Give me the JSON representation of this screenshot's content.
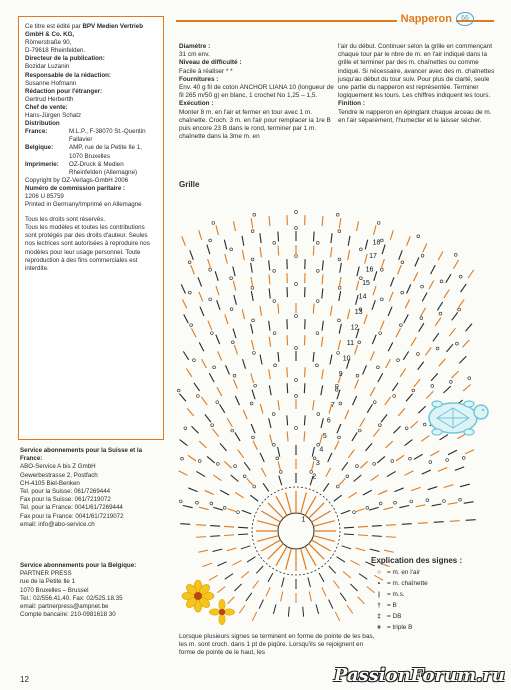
{
  "imprint": {
    "intro": "Ce titre est édité par",
    "publisher": "BPV Medien Vertrieb GmbH & Co. KG,",
    "addr1": "Römerstraße 90,",
    "addr2": "D-79618 Rheinfelden.",
    "dir_label": "Directeur de la publication:",
    "dir_name": "Bozidar Luzanin",
    "red_label": "Responsable de la rédaction:",
    "red_name": "Susanne Hofmann",
    "etr_label": "Rédaction pour l'étranger:",
    "etr_name": "Gertrud Herbertth",
    "chef_label": "Chef de vente:",
    "chef_name": "Hans-Jürgen Schatz",
    "dist_label": "Distribution",
    "france_k": "France:",
    "france_v": "M.L.P., F-38070 St.-Quentin Fallavier",
    "belg_k": "Belgique:",
    "belg_v": "AMP, rue de la Petite Ile 1, 1070 Bruxelles",
    "impr_k": "Imprimerie:",
    "impr_v": "OZ-Druck & Medien Rheinfelden (Allemagne)",
    "copyright": "Copyright by OZ-Verlags-GmbH 2006",
    "comm_label": "Numéro de commission paritaire :",
    "comm_num": "1206 U 85759",
    "printed": "Printed in Germany/Imprimé en Allemagne",
    "rights1": "Tous les droits sont réservés.",
    "rights2": "Tous les modèles et toutes les contributions sont protégés par des droits d'auteur. Seules nos lectrices sont autorisées à reproduire nos modèles pour leur usage personnel. Toute reproduction à des fins commerciales est interdite."
  },
  "service_ch": {
    "title": "Service abonnements pour la Suisse et la France:",
    "l1": "ABO-Service A bis Z GmbH",
    "l2": "Gewerbestrasse 2, Postfach",
    "l3": "CH-4105 Biel-Benken",
    "l4": "Tel. pour la Suisse: 061/7269444",
    "l5": "Fax pour la Suisse: 061/7219072",
    "l6": "Tel. pour la France: 0041/61/7269444",
    "l7": "Fax pour la France: 0041/61/7219072",
    "l8": "email: info@abo-service.ch"
  },
  "service_be": {
    "title": "Service abonnements pour la Belgique:",
    "l1": "PARTNER PRESS",
    "l2": "rue de la Petite Ile 1",
    "l3": "1070 Bruxelles – Brussel",
    "l4": "Tel.: 02/556.41.40. Fax: 02/525.18.35",
    "l5": "email: partnerpress@ampnet.be",
    "l6": "Compte bancaire: 210-0981618 30"
  },
  "header": {
    "title": "Napperon",
    "logo": "66"
  },
  "instructions": {
    "diam_label": "Diamètre :",
    "diam": "31 cm env.",
    "niv_label": "Niveau de difficulté :",
    "niv": "Facile à réaliser * *",
    "four_label": "Fournitures :",
    "four": "Env. 40 g fil de coton ANCHOR LIANA 10 (longueur de fil 265 m/50 g) en blanc, 1 crochet No 1,25 – 1,5.",
    "exec_label": "Exécution :",
    "exec": "Monter 8 m. en l'air et fermer en tour avec 1 m. chaînette. Croch. 3 m. en l'air pour remplacer la 1re B puis encore 23 B dans le rond, terminer par 1 m. chaînette dans la 3me m. en",
    "col2a": "l'air du début. Continuer selon la grille en commençant chaque tour par le nbre de m. en l'air indiqué dans la grille et terminer par des m. chaînettes ou comme indiqué. Si nécessaire, avancer avec des m. chaînettes jusqu'au début du tour suiv. Pour plus de clarté, seule une partie du napperon est représentée. Terminer logiquement les tours. Les chiffres indiquent les tours.",
    "fin_label": "Finition :",
    "fin": "Tendre le napperon en épinglant chaque arceau de m. en l'air séparément, l'humecter et le laisser sécher."
  },
  "grille_label": "Grille",
  "round_numbers": [
    "1",
    "2",
    "3",
    "4",
    "5",
    "6",
    "7",
    "8",
    "9",
    "10",
    "11",
    "12",
    "13",
    "14",
    "15",
    "16",
    "17",
    "18"
  ],
  "legend": {
    "title": "Explication des signes :",
    "items": [
      {
        "sym": "○",
        "text": "= m. en l'air"
      },
      {
        "sym": "•",
        "text": "= m. chaînette"
      },
      {
        "sym": "|",
        "text": "= m.s."
      },
      {
        "sym": "†",
        "text": "= B"
      },
      {
        "sym": "‡",
        "text": "= DB"
      },
      {
        "sym": "⧧",
        "text": "= triple B"
      }
    ]
  },
  "note": "Lorsque plusieurs signes se terminent en forme de pointe de les bas, les m. sont croch. dans 1 pt de piqûre. Lorsqu'ils se rejoignent en forme de pointe de le haut, les",
  "page_number": "12",
  "watermark": "PassionForum.ru",
  "colors": {
    "accent": "#e07a1e",
    "chart_dark": "#2a2a2a",
    "turtle": "#6cc9d6"
  }
}
